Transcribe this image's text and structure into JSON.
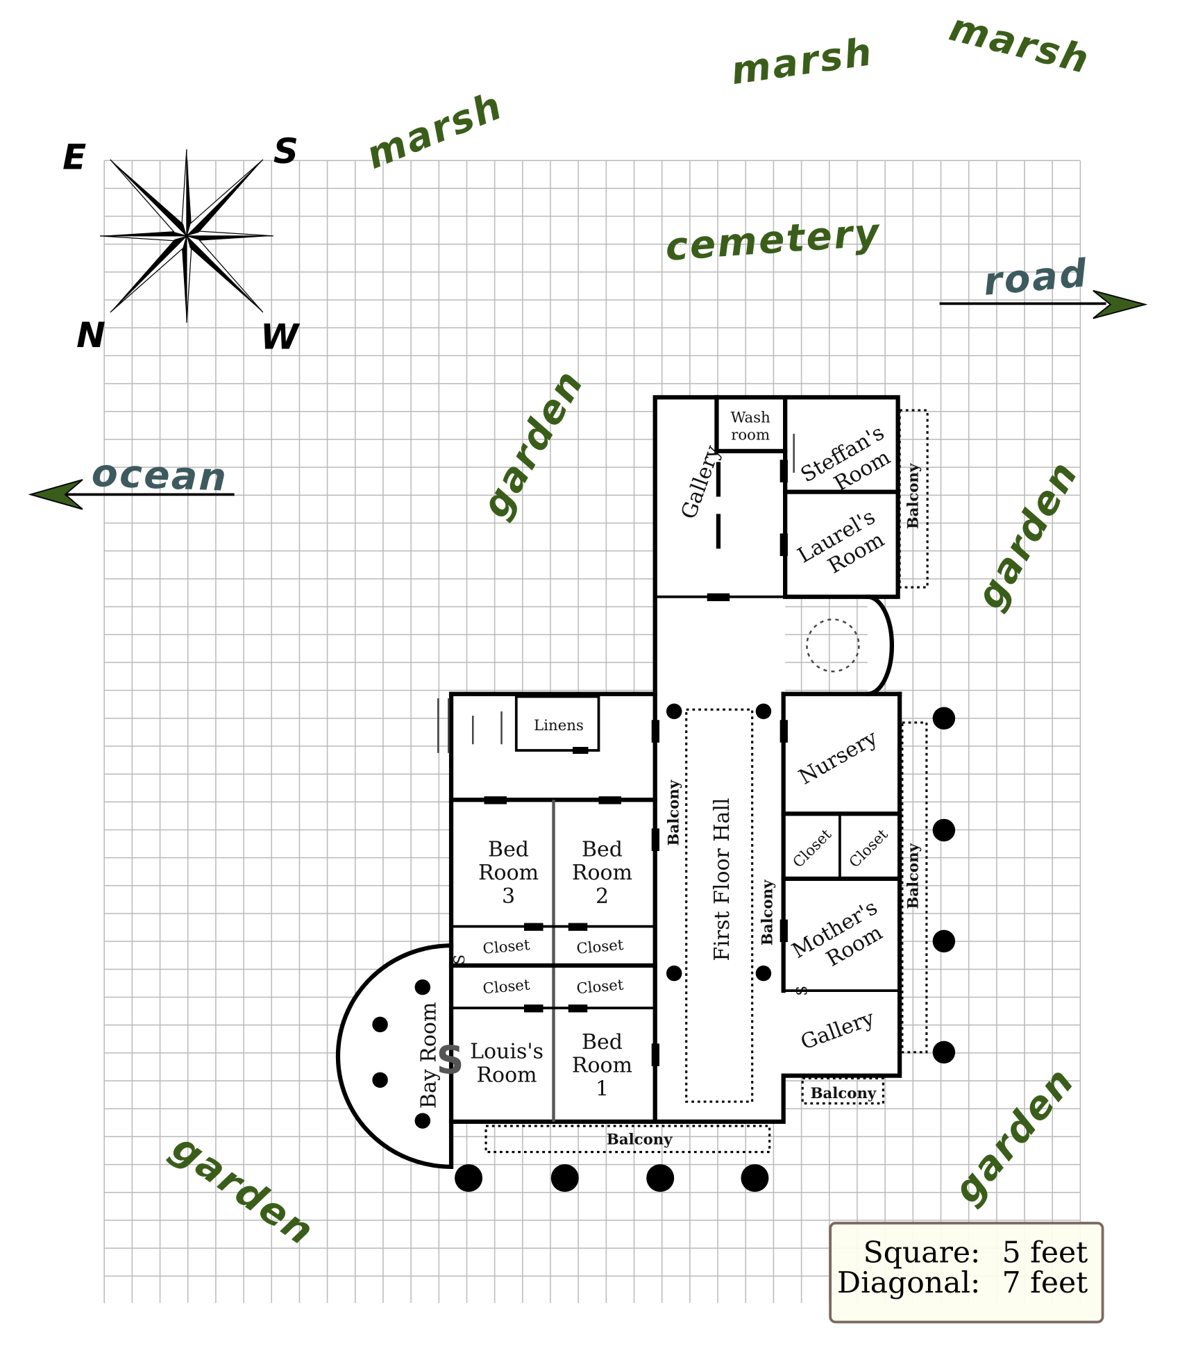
{
  "colors": {
    "grid": "#b9b9b9",
    "terrain_label": "#3a5e1a",
    "route_label": "#3e5a5e",
    "legend_bg": "#fdfdef",
    "legend_border": "#7a6a60",
    "walls": "#000000"
  },
  "compass": {
    "north": "N",
    "south": "S",
    "east": "E",
    "west": "W"
  },
  "terrain": {
    "marsh": [
      "marsh",
      "marsh",
      "marsh"
    ],
    "cemetery": "cemetery",
    "garden": [
      "garden",
      "garden",
      "garden",
      "garden"
    ],
    "road": "road",
    "ocean": "ocean"
  },
  "rooms": {
    "wash_room": [
      "Wash",
      "room"
    ],
    "gallery_north": "Gallery",
    "steffan": [
      "Steffan's",
      "Room"
    ],
    "laurel": [
      "Laurel's",
      "Room"
    ],
    "linens": "Linens",
    "bed3": [
      "Bed",
      "Room",
      "3"
    ],
    "bed2": [
      "Bed",
      "Room",
      "2"
    ],
    "bed1": [
      "Bed",
      "Room",
      "1"
    ],
    "closets_left": [
      "Closet",
      "Closet",
      "Closet",
      "Closet"
    ],
    "louis": [
      "Louis's",
      "Room"
    ],
    "bay_room": "Bay Room",
    "first_floor_hall": "First Floor Hall",
    "nursery": "Nursery",
    "closets_right": [
      "Closet",
      "Closet"
    ],
    "mother": [
      "Mother's",
      "Room"
    ],
    "gallery_south": "Gallery",
    "balcony": "Balcony",
    "secret_door": "S",
    "secret_mark": "S"
  },
  "legend": {
    "square_label": "Square:",
    "square_value": "5 feet",
    "diagonal_label": "Diagonal:",
    "diagonal_value": "7 feet"
  }
}
